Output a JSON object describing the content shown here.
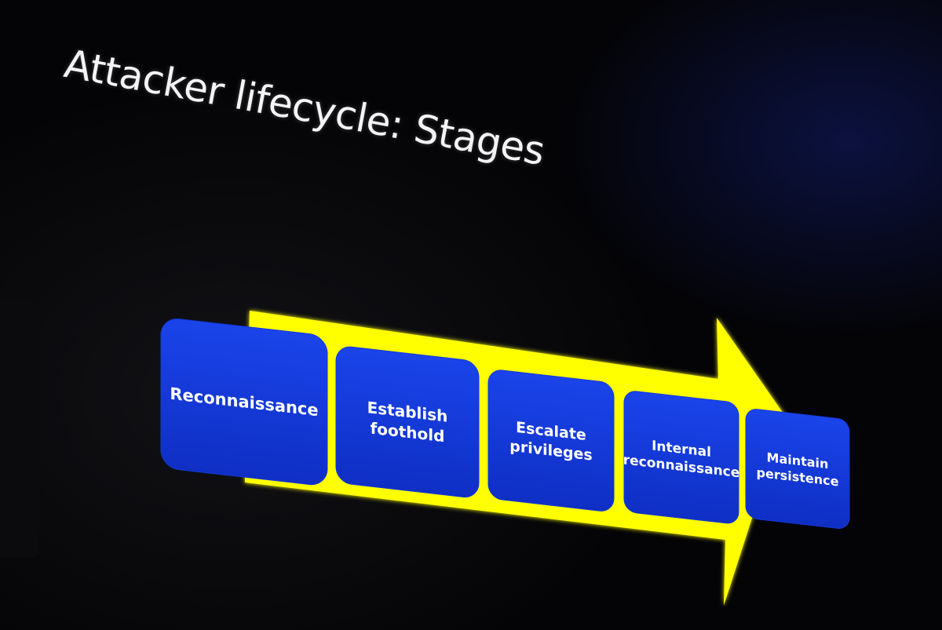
{
  "slide": {
    "title": "Attacker lifecycle: Stages"
  },
  "diagram": {
    "arrow_color": "#ffff00",
    "box_color": "#1238d8",
    "label_color": "#ffffff",
    "stages": [
      {
        "lines": [
          "Reconnaissance"
        ]
      },
      {
        "lines": [
          "Establish",
          "foothold"
        ]
      },
      {
        "lines": [
          "Escalate",
          "privileges"
        ]
      },
      {
        "lines": [
          "Internal",
          "reconnaissance"
        ]
      },
      {
        "lines": [
          "Maintain",
          "persistence"
        ]
      }
    ]
  }
}
